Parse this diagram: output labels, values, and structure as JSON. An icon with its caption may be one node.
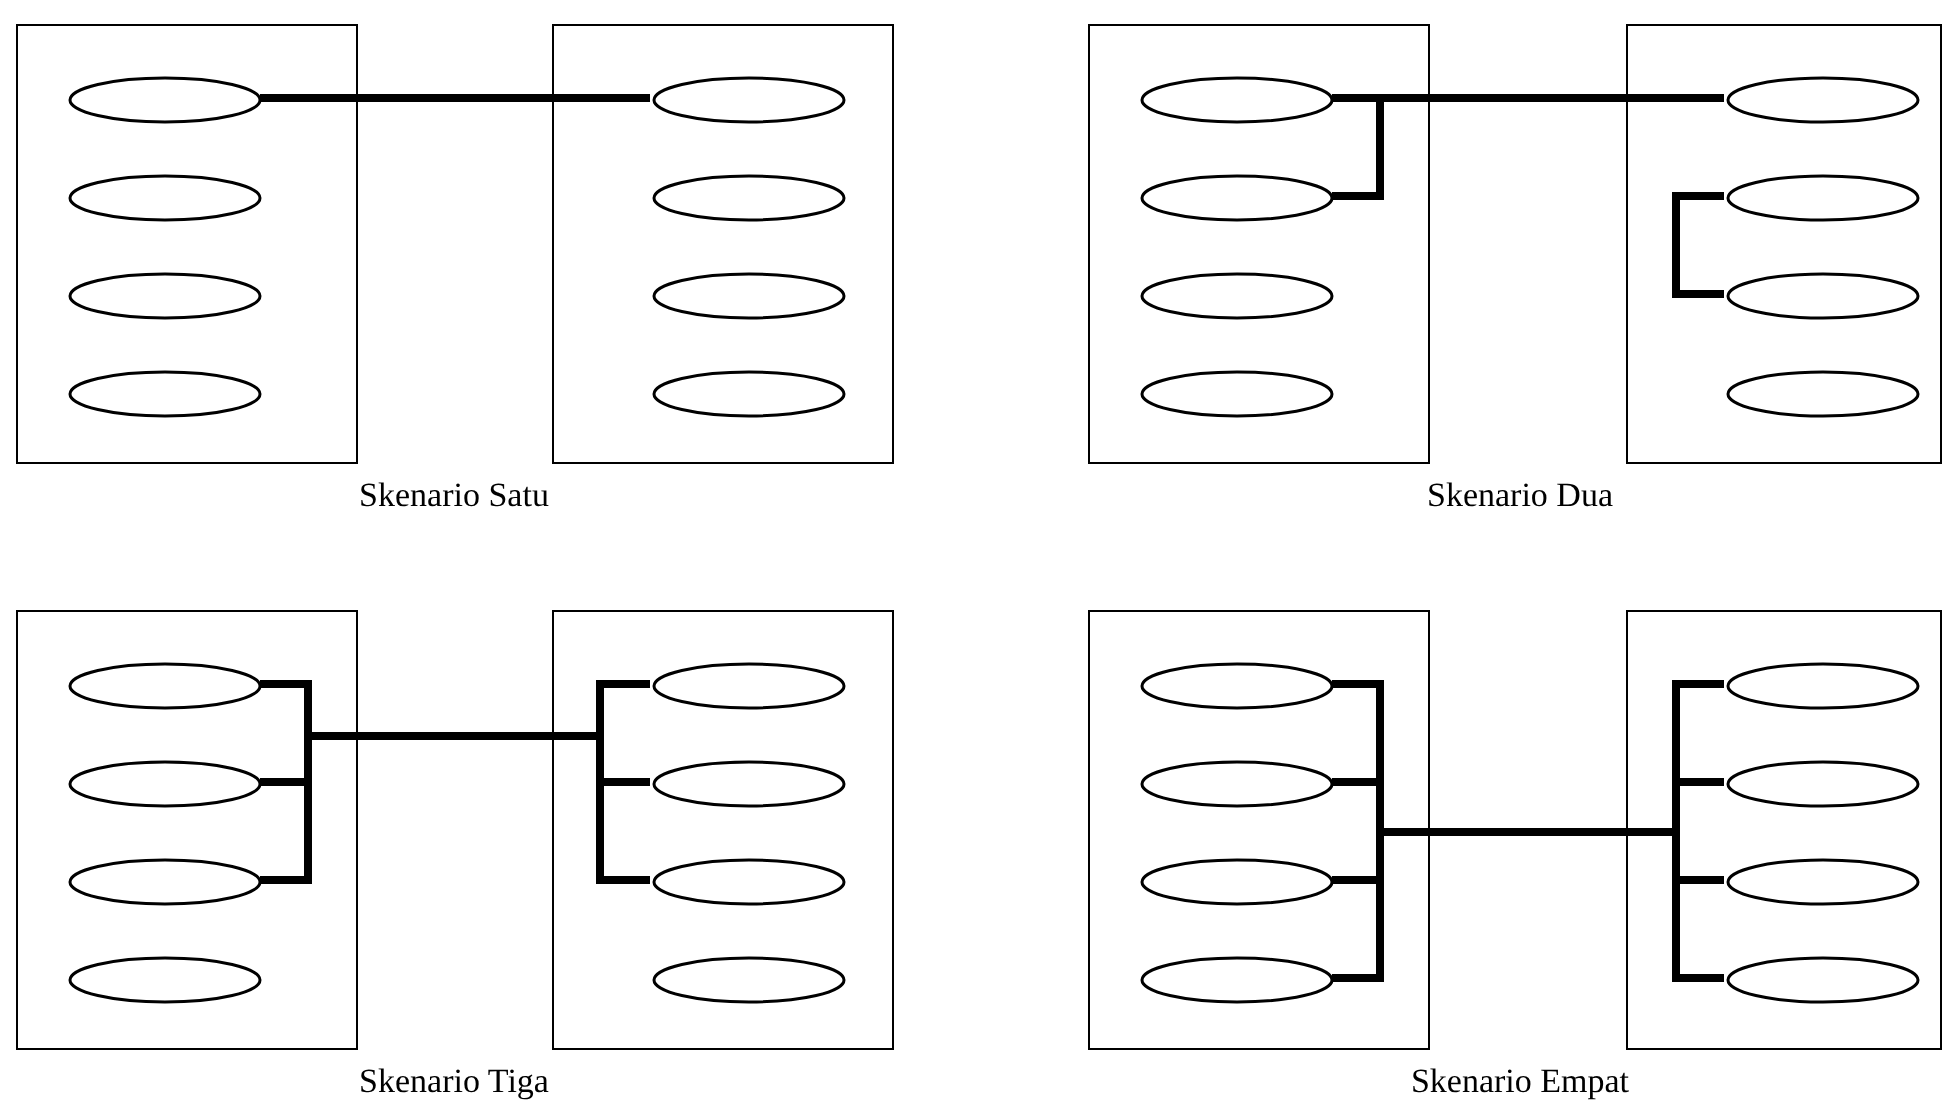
{
  "diagram": {
    "nodes": [
      {
        "text": [],
        "shape": "box"
      },
      {
        "text": [],
        "shape": "ellipse",
        "in": 0
      },
      {
        "text": [],
        "shape": "ellipse",
        "in": 0
      },
      {
        "text": [],
        "shape": "ellipse",
        "in": 0
      },
      {
        "text": [],
        "shape": "ellipse",
        "in": 0
      },
      {
        "text": [],
        "shape": "box"
      },
      {
        "text": [],
        "shape": "ellipse",
        "in": 5
      },
      {
        "text": [],
        "shape": "ellipse",
        "in": 5
      },
      {
        "text": [],
        "shape": "ellipse",
        "in": 5
      },
      {
        "text": [],
        "shape": "ellipse",
        "in": 5
      },
      {
        "text": [],
        "shape": "box"
      },
      {
        "text": [],
        "shape": "ellipse",
        "in": 10
      },
      {
        "text": [],
        "shape": "ellipse",
        "in": 10
      },
      {
        "text": [],
        "shape": "ellipse",
        "in": 10
      },
      {
        "text": [],
        "shape": "ellipse",
        "in": 10
      },
      {
        "text": [],
        "shape": "box"
      },
      {
        "text": [],
        "shape": "ellipse",
        "in": 15
      },
      {
        "text": [],
        "shape": "ellipse",
        "in": 15
      },
      {
        "text": [],
        "shape": "ellipse",
        "in": 15
      },
      {
        "text": [],
        "shape": "ellipse",
        "in": 15
      },
      {
        "text": [],
        "shape": "box"
      },
      {
        "text": [],
        "shape": "ellipse",
        "in": 20
      },
      {
        "text": [],
        "shape": "ellipse",
        "in": 20
      },
      {
        "text": [],
        "shape": "ellipse",
        "in": 20
      },
      {
        "text": [],
        "shape": "ellipse",
        "in": 20
      },
      {
        "text": [],
        "shape": "box"
      },
      {
        "text": [],
        "shape": "ellipse",
        "in": 25
      },
      {
        "text": [],
        "shape": "ellipse",
        "in": 25
      },
      {
        "text": [],
        "shape": "ellipse",
        "in": 25
      },
      {
        "text": [],
        "shape": "ellipse",
        "in": 25
      },
      {
        "text": [],
        "shape": "box"
      },
      {
        "text": [],
        "shape": "ellipse",
        "in": 30
      },
      {
        "text": [],
        "shape": "ellipse",
        "in": 30
      },
      {
        "text": [],
        "shape": "ellipse",
        "in": 30
      },
      {
        "text": [],
        "shape": "ellipse",
        "in": 30
      },
      {
        "text": [],
        "shape": "box"
      },
      {
        "text": [],
        "shape": "ellipse",
        "in": 35
      },
      {
        "text": [],
        "shape": "ellipse",
        "in": 35
      },
      {
        "text": [],
        "shape": "ellipse",
        "in": 35
      },
      {
        "text": [],
        "shape": "ellipse",
        "in": 35
      }
    ],
    "edges": [
      {
        "from": 1,
        "to": 6,
        "arrow": "none"
      },
      {
        "from": 11,
        "to": 16,
        "arrow": "none"
      },
      {
        "from": 12,
        "to": 16,
        "arrow": "none"
      },
      {
        "from": 17,
        "to": 18,
        "arrow": "none"
      },
      {
        "from": 21,
        "to": 26,
        "arrow": "none"
      },
      {
        "from": 21,
        "to": 27,
        "arrow": "none"
      },
      {
        "from": 21,
        "to": 28,
        "arrow": "none"
      },
      {
        "from": 22,
        "to": 26,
        "arrow": "none"
      },
      {
        "from": 22,
        "to": 27,
        "arrow": "none"
      },
      {
        "from": 22,
        "to": 28,
        "arrow": "none"
      },
      {
        "from": 23,
        "to": 26,
        "arrow": "none"
      },
      {
        "from": 23,
        "to": 27,
        "arrow": "none"
      },
      {
        "from": 23,
        "to": 28,
        "arrow": "none"
      },
      {
        "from": 31,
        "to": 36,
        "arrow": "none"
      },
      {
        "from": 31,
        "to": 37,
        "arrow": "none"
      },
      {
        "from": 31,
        "to": 38,
        "arrow": "none"
      },
      {
        "from": 31,
        "to": 39,
        "arrow": "none"
      },
      {
        "from": 32,
        "to": 36,
        "arrow": "none"
      },
      {
        "from": 32,
        "to": 37,
        "arrow": "none"
      },
      {
        "from": 32,
        "to": 38,
        "arrow": "none"
      },
      {
        "from": 32,
        "to": 39,
        "arrow": "none"
      },
      {
        "from": 33,
        "to": 36,
        "arrow": "none"
      },
      {
        "from": 33,
        "to": 37,
        "arrow": "none"
      },
      {
        "from": 33,
        "to": 38,
        "arrow": "none"
      },
      {
        "from": 33,
        "to": 39,
        "arrow": "none"
      },
      {
        "from": 34,
        "to": 36,
        "arrow": "none"
      },
      {
        "from": 34,
        "to": 37,
        "arrow": "none"
      },
      {
        "from": 34,
        "to": 38,
        "arrow": "none"
      },
      {
        "from": 34,
        "to": 39,
        "arrow": "none"
      }
    ],
    "labels": [
      "Skenario Satu",
      "Skenario Dua",
      "Skenario Tiga",
      "Skenario Empat"
    ]
  }
}
